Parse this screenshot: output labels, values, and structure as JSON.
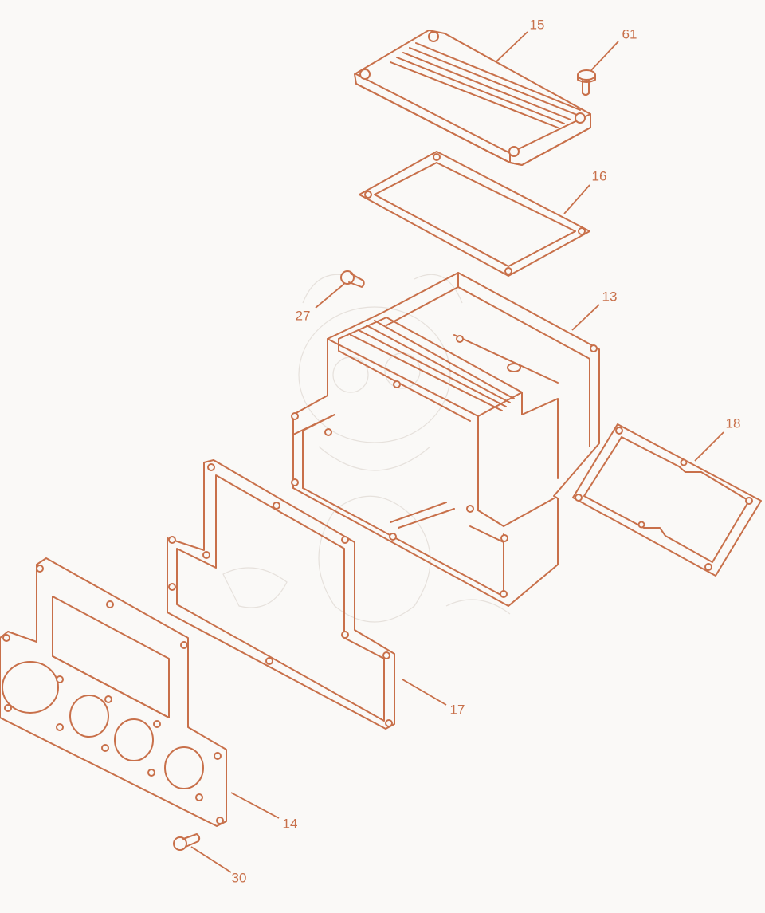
{
  "colors": {
    "line": "#c8704a",
    "background": "#faf9f7",
    "watermark": "#e6e1dc"
  },
  "callouts": [
    {
      "id": "15",
      "label": "15"
    },
    {
      "id": "61",
      "label": "61"
    },
    {
      "id": "16",
      "label": "16"
    },
    {
      "id": "27",
      "label": "27"
    },
    {
      "id": "13",
      "label": "13"
    },
    {
      "id": "18",
      "label": "18"
    },
    {
      "id": "17",
      "label": "17"
    },
    {
      "id": "14",
      "label": "14"
    },
    {
      "id": "30",
      "label": "30"
    }
  ]
}
